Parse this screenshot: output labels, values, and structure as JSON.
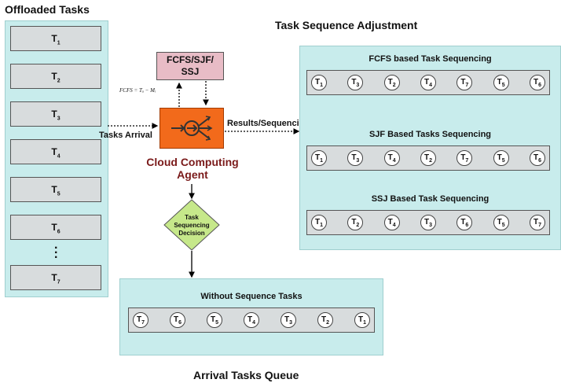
{
  "offloaded": {
    "title": "Offloaded Tasks",
    "tasks": [
      "T1",
      "T2",
      "T3",
      "T4",
      "T5",
      "T6",
      "T7"
    ]
  },
  "policy_box": {
    "line1": "FCFS/SJF/",
    "line2": "SSJ"
  },
  "formula": "FCFS = Tₐ − Mᵢ",
  "agent": {
    "line1": "Cloud Computing",
    "line2": "Agent"
  },
  "arrows": {
    "tasks_arrival": "Tasks Arrival",
    "results": "Results/Sequencing"
  },
  "decision": {
    "line1": "Task",
    "line2": "Sequencing",
    "line3": "Decision"
  },
  "adjustment": {
    "title": "Task Sequence Adjustment",
    "lanes": [
      {
        "title": "FCFS based Task Sequencing",
        "tasks": [
          "T1",
          "T3",
          "T2",
          "T4",
          "T7",
          "T5",
          "T6"
        ]
      },
      {
        "title": "SJF Based Tasks Sequencing",
        "tasks": [
          "T1",
          "T3",
          "T4",
          "T2",
          "T7",
          "T5",
          "T6"
        ]
      },
      {
        "title": "SSJ Based Task Sequencing",
        "tasks": [
          "T1",
          "T2",
          "T4",
          "T3",
          "T6",
          "T5",
          "T7"
        ]
      }
    ]
  },
  "queue": {
    "title": "Arrival Tasks Queue",
    "lane_title": "Without Sequence Tasks",
    "tasks": [
      "T7",
      "T6",
      "T5",
      "T4",
      "T3",
      "T2",
      "T1"
    ]
  },
  "colors": {
    "panel": "#c8ecec",
    "agent": "#f26a1b",
    "policy": "#e8bcc6",
    "decision": "#c6e88a",
    "agent_text": "#7a1a1a"
  }
}
